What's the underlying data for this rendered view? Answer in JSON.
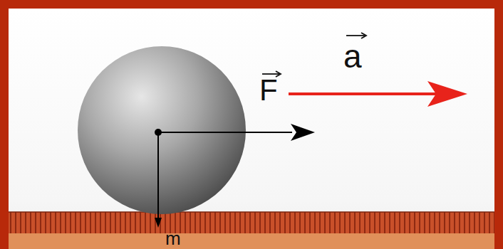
{
  "diagram": {
    "labels": [
      "F",
      "a",
      "m"
    ]
  }
}
